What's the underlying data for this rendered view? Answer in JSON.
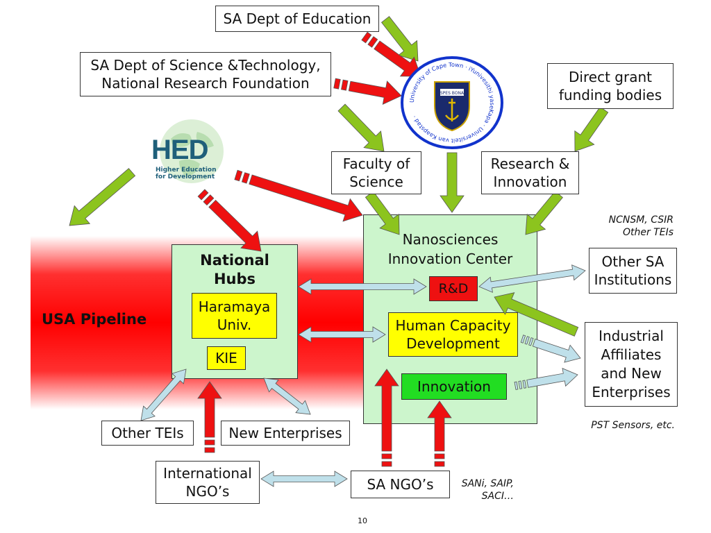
{
  "boxes": {
    "sa_dept_education": "SA Dept of Education",
    "sa_dept_science_line1": "SA Dept of Science &Technology,",
    "sa_dept_science_line2": "National Research Foundation",
    "direct_grant_line1": "Direct grant",
    "direct_grant_line2": "funding bodies",
    "faculty_line1": "Faculty of",
    "faculty_line2": "Science",
    "research_line1": "Research &",
    "research_line2": "Innovation",
    "other_sa_line1": "Other SA",
    "other_sa_line2": "Institutions",
    "industrial_line1": "Industrial",
    "industrial_line2": "Affiliates",
    "industrial_line3": "and New",
    "industrial_line4": "Enterprises",
    "other_teis": "Other TEIs",
    "new_enterprises": "New Enterprises",
    "international_line1": "International",
    "international_line2": "NGO’s",
    "sa_ngos": "SA NGO’s"
  },
  "national_hubs": {
    "title_line1": "National",
    "title_line2": "Hubs",
    "haramaya_line1": "Haramaya",
    "haramaya_line2": "Univ.",
    "kie": "KIE"
  },
  "center": {
    "title_line1": "Nanosciences",
    "title_line2": "Innovation Center",
    "rd": "R&D",
    "hcd_line1": "Human Capacity",
    "hcd_line2": "Development",
    "innovation": "Innovation"
  },
  "pipeline": "USA Pipeline",
  "notes": {
    "ncnsm_line1": "NCNSM, CSIR",
    "ncnsm_line2": "Other TEIs",
    "pst": "PST Sensors, etc.",
    "sani_line1": "SANi, SAIP,",
    "sani_line2": "SACI…"
  },
  "logos": {
    "hed_main": "HED",
    "hed_sub_line1": "Higher Education",
    "hed_sub_line2": "for Development",
    "uct_ring": "University of Cape Town · iYunivesithi yaseKapa · Universiteit van Kaapstad ·",
    "uct_motto": "SPES BONA"
  },
  "page_number": "10",
  "colors": {
    "green_arrow": "#8cc41e",
    "red_arrow": "#ee1111",
    "blue_arrow": "#bfe0ea",
    "panel_green": "#ccf5cc",
    "yellow": "#ffff00",
    "rd_red": "#ee1111",
    "innovation_green": "#22dd22",
    "uct_blue": "#1133cc"
  }
}
